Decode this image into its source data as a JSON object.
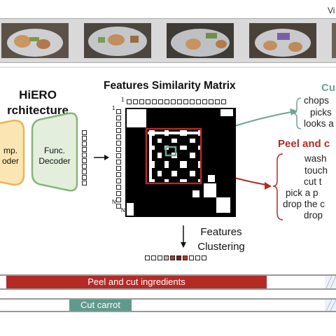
{
  "header": {
    "corner_text": "Vi"
  },
  "video_strip": {
    "frame_count": 5
  },
  "architecture": {
    "title_line1": "HiERO",
    "title_line2": "rchitecture",
    "encoder_line1": "mp.",
    "encoder_line2": "oder",
    "decoder_line1": "Func.",
    "decoder_line2": "Decoder"
  },
  "matrix": {
    "title": "Features Similarity Matrix",
    "label_1_top": "1",
    "label_1_left": "1",
    "label_n_bottom": "N",
    "label_n_left": "N"
  },
  "clustering": {
    "title_line1": "Features",
    "title_line2": "Clustering",
    "cluster_boxes": [
      "white",
      "white",
      "white",
      "gray",
      "red",
      "darkred",
      "red",
      "white",
      "white",
      "white"
    ]
  },
  "green_cluster": {
    "title": "Cu",
    "items": [
      "chops",
      "picks",
      "looks a"
    ]
  },
  "red_cluster": {
    "title": "Peel and c",
    "items": [
      "wash",
      "touch",
      "cut t",
      "pick a p",
      "drop the c",
      "drop"
    ]
  },
  "timeline": {
    "bar1_label": "Peel and cut ingredients",
    "bar2_label": "Cut carrot"
  },
  "colors": {
    "encoder_fill": "#fbe6b3",
    "encoder_stroke": "#e8b651",
    "decoder_fill": "#e3efdc",
    "decoder_stroke": "#88b47a",
    "green_accent": "#6ea493",
    "red_accent": "#b42a25"
  }
}
